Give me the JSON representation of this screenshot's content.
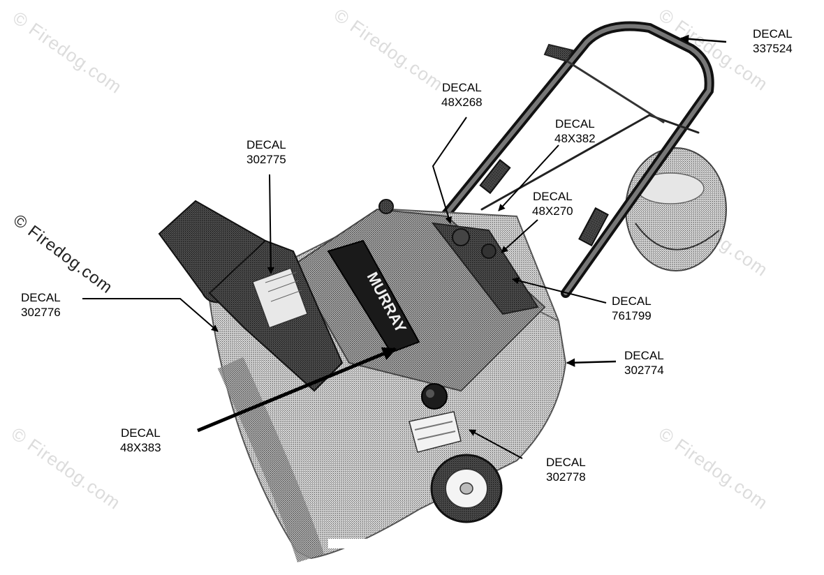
{
  "watermark": "© Firedog.com",
  "callouts": [
    {
      "id": "337524",
      "line1": "DECAL",
      "line2": "337524"
    },
    {
      "id": "48x268",
      "line1": "DECAL",
      "line2": "48X268"
    },
    {
      "id": "48x382",
      "line1": "DECAL",
      "line2": "48X382"
    },
    {
      "id": "48x270",
      "line1": "DECAL",
      "line2": "48X270"
    },
    {
      "id": "302775",
      "line1": "DECAL",
      "line2": "302775"
    },
    {
      "id": "302776",
      "line1": "DECAL",
      "line2": "302776"
    },
    {
      "id": "761799",
      "line1": "DECAL",
      "line2": "761799"
    },
    {
      "id": "302774",
      "line1": "DECAL",
      "line2": "302774"
    },
    {
      "id": "48x383",
      "line1": "DECAL",
      "line2": "48X383"
    },
    {
      "id": "302778",
      "line1": "DECAL",
      "line2": "302778"
    }
  ],
  "machine_label": "MURRAY",
  "colors": {
    "ink": "#000000",
    "halftone_light": "#bdbdbd",
    "halftone_mid": "#8e8e8e",
    "halftone_dark": "#3a3a3a",
    "watermark": "#dcdcdc"
  }
}
